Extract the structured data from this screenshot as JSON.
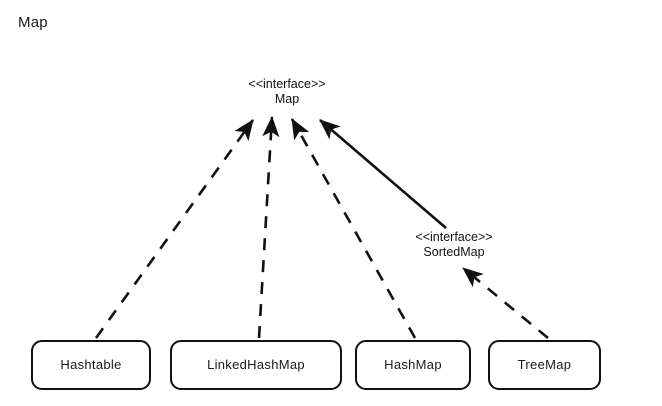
{
  "title": "Map",
  "diagram": {
    "type": "uml-class-diagram",
    "background": "#ffffff",
    "stroke_color": "#111111",
    "interfaces": [
      {
        "id": "map",
        "stereotype": "<<interface>>",
        "name": "Map"
      },
      {
        "id": "sortedmap",
        "stereotype": "<<interface>>",
        "name": "SortedMap"
      }
    ],
    "classes": [
      {
        "id": "hashtable",
        "name": "Hashtable"
      },
      {
        "id": "linkedhashmap",
        "name": "LinkedHashMap"
      },
      {
        "id": "hashmap",
        "name": "HashMap"
      },
      {
        "id": "treemap",
        "name": "TreeMap"
      }
    ],
    "relationships": [
      {
        "from": "Hashtable",
        "to": "Map",
        "style": "dashed",
        "kind": "realization"
      },
      {
        "from": "LinkedHashMap",
        "to": "Map",
        "style": "dashed",
        "kind": "realization"
      },
      {
        "from": "HashMap",
        "to": "Map",
        "style": "dashed",
        "kind": "realization"
      },
      {
        "from": "SortedMap",
        "to": "Map",
        "style": "solid",
        "kind": "generalization"
      },
      {
        "from": "TreeMap",
        "to": "SortedMap",
        "style": "dashed",
        "kind": "realization"
      }
    ]
  }
}
